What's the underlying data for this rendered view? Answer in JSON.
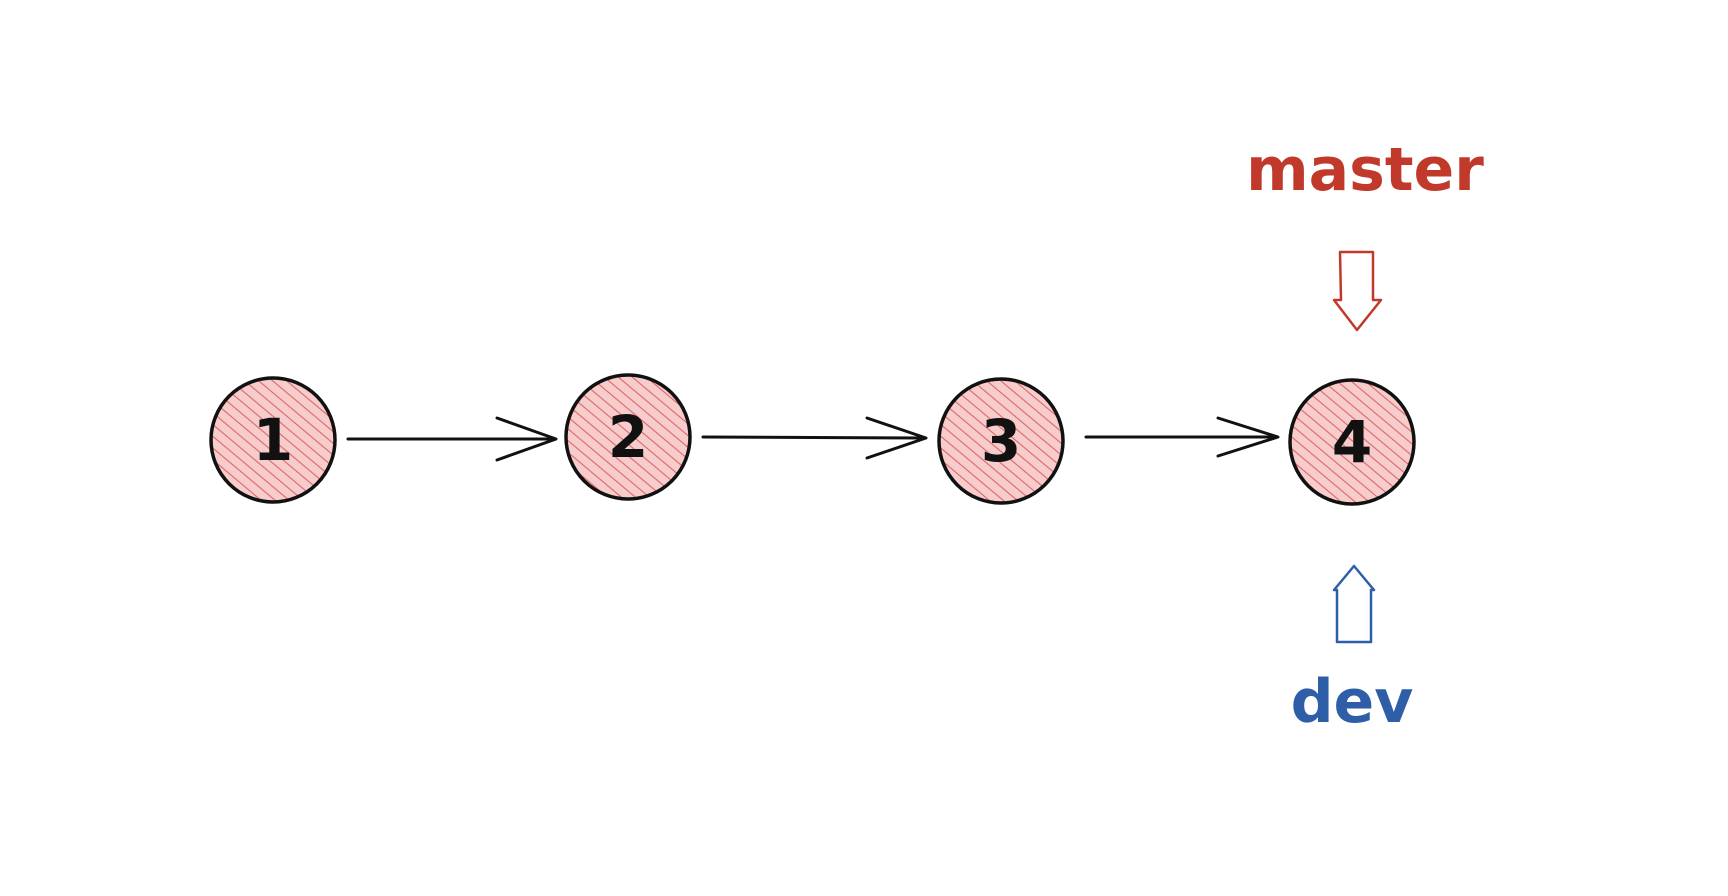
{
  "colors": {
    "commit_fill": "#f4b9b9",
    "commit_hatch": "#e06666",
    "commit_stroke": "#111111",
    "arrow_stroke": "#111111",
    "master": "#c0392b",
    "dev": "#2f5ea8"
  },
  "commits": [
    {
      "id": "c1",
      "label": "1"
    },
    {
      "id": "c2",
      "label": "2"
    },
    {
      "id": "c3",
      "label": "3"
    },
    {
      "id": "c4",
      "label": "4"
    }
  ],
  "edges": [
    {
      "from": "c1",
      "to": "c2"
    },
    {
      "from": "c2",
      "to": "c3"
    },
    {
      "from": "c3",
      "to": "c4"
    }
  ],
  "branches": [
    {
      "name": "master",
      "target": "c4",
      "placement": "above",
      "color_key": "master"
    },
    {
      "name": "dev",
      "target": "c4",
      "placement": "below",
      "color_key": "dev"
    }
  ]
}
